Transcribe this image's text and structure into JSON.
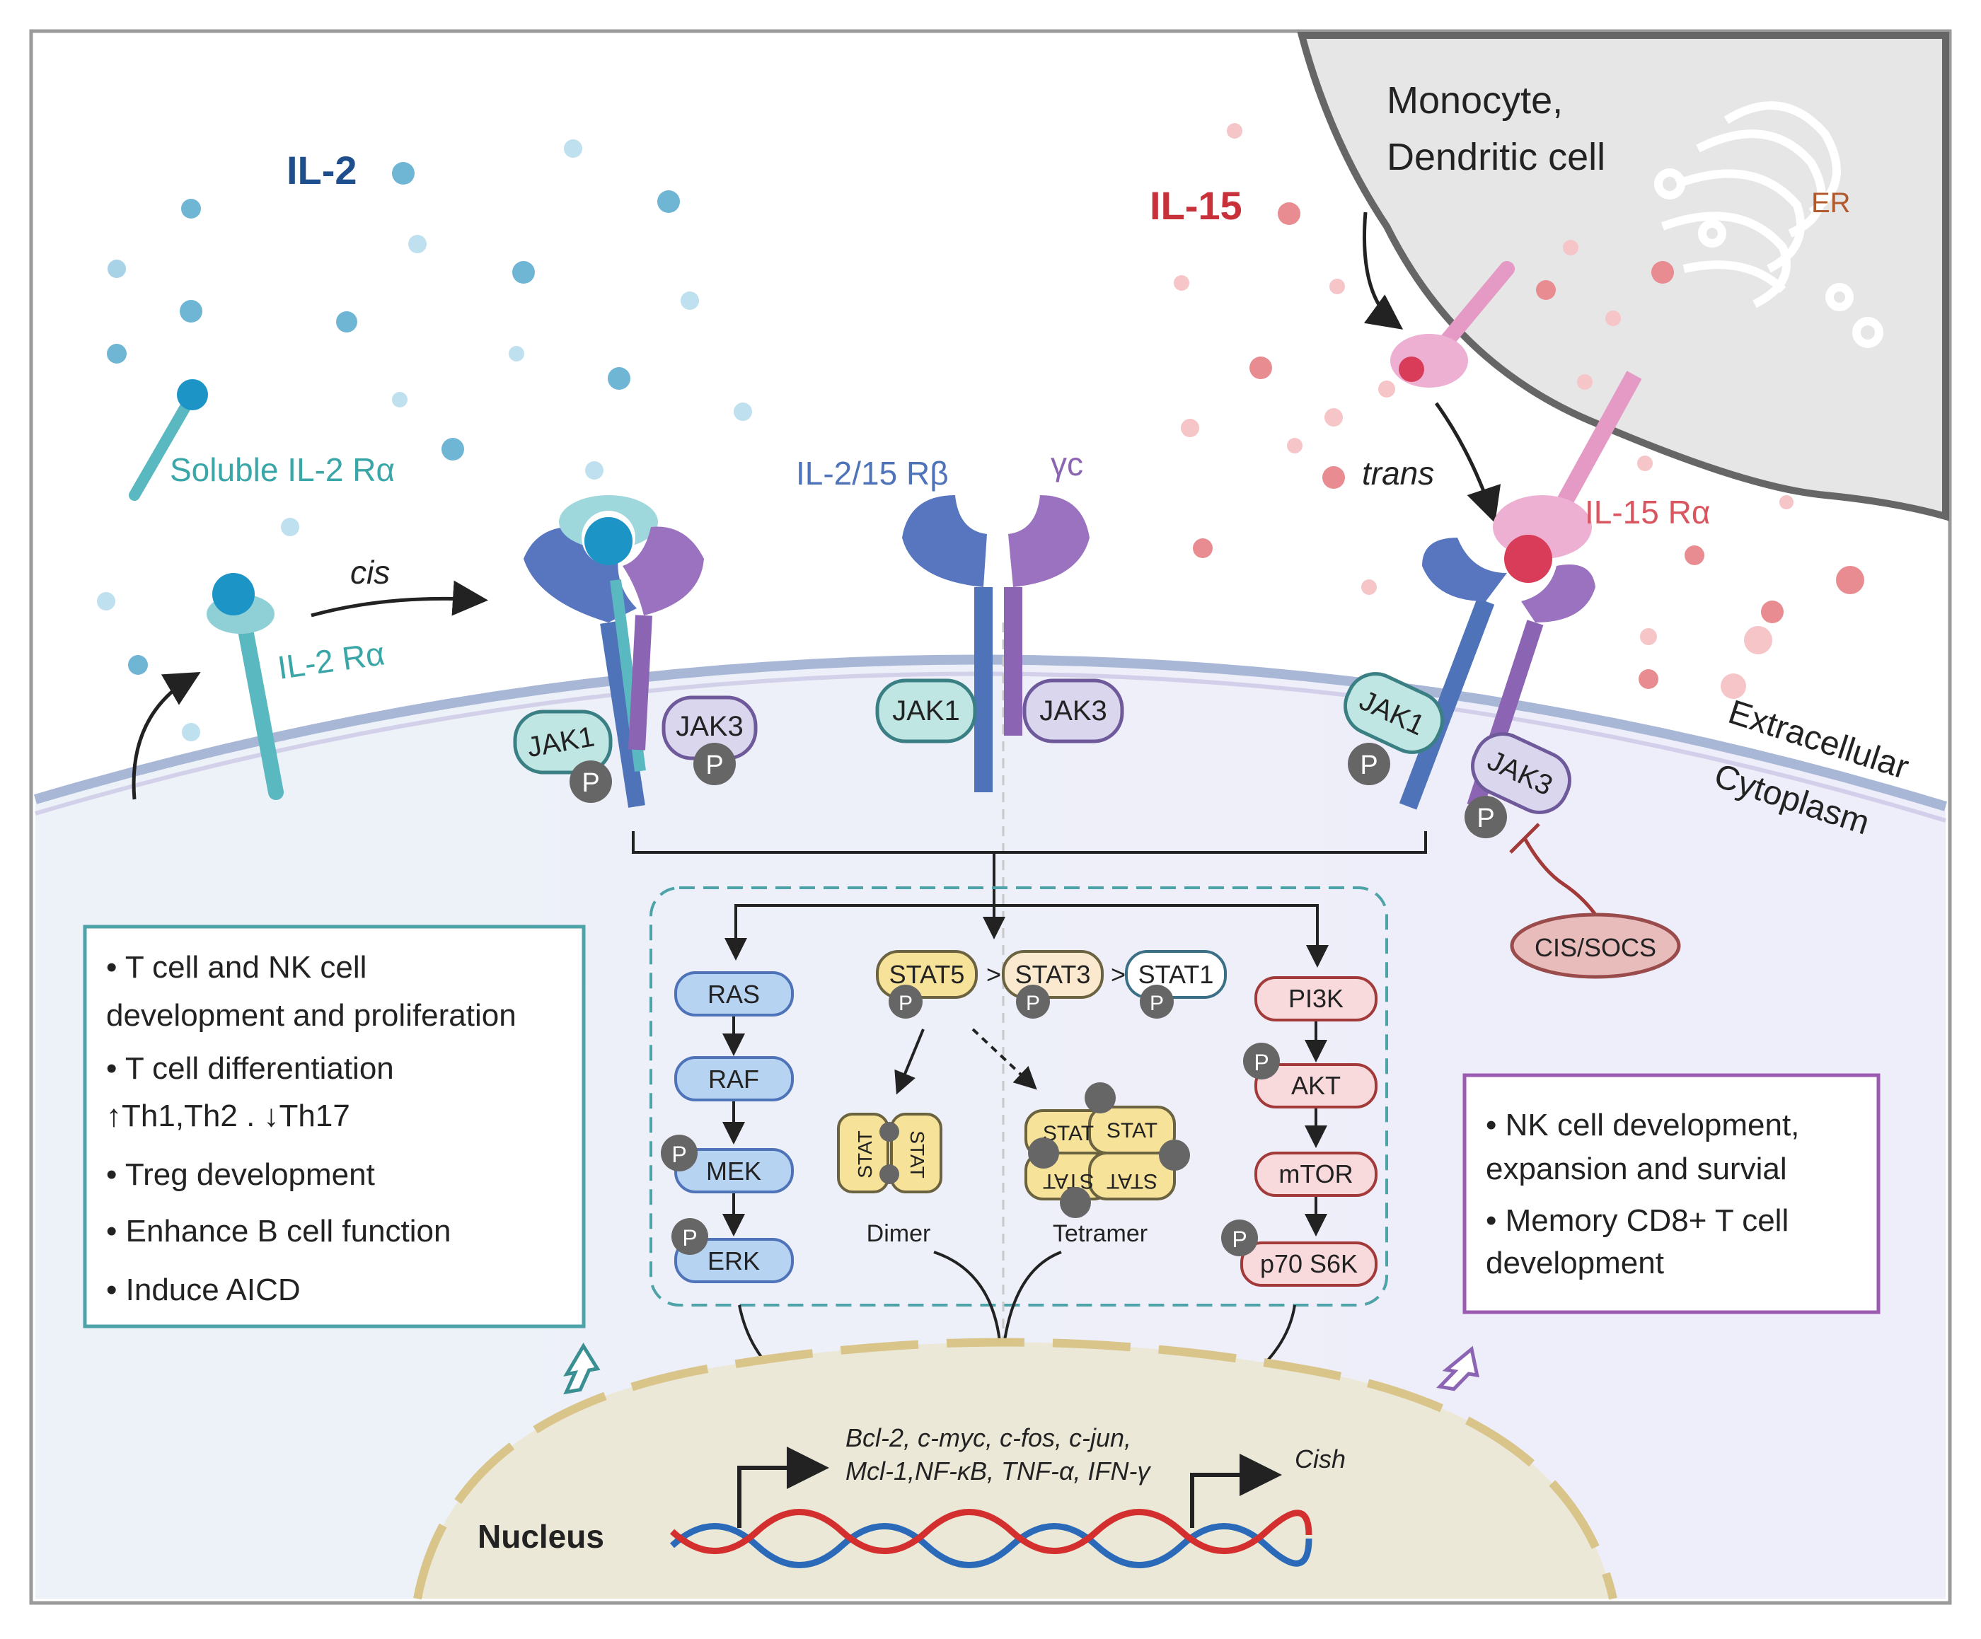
{
  "il2": {
    "title": "IL-2",
    "soluble_receptor": "Soluble IL-2 Rα",
    "receptor_alpha": "IL-2 Rα",
    "cis": "cis"
  },
  "il15": {
    "title": "IL-15",
    "presenting_cell": [
      "Monocyte,",
      "Dendritic cell"
    ],
    "er": "ER",
    "trans": "trans",
    "receptor_alpha": "IL-15 Rα"
  },
  "receptors": {
    "beta": "IL-2/15 Rβ",
    "gamma": "γc",
    "jak1": "JAK1",
    "jak3": "JAK3",
    "phospho": "P"
  },
  "membrane": {
    "extracellular": "Extracellular",
    "cytoplasm": "Cytoplasm"
  },
  "inhibitor": "CIS/SOCS",
  "pathways": {
    "mapk": [
      "RAS",
      "RAF",
      "MEK",
      "ERK"
    ],
    "stat": [
      "STAT5",
      "STAT3",
      "STAT1"
    ],
    "stat_gt": ">",
    "stat_unit": "STAT",
    "dimer": "Dimer",
    "tetramer": "Tetramer",
    "pi3k": [
      "PI3K",
      "AKT",
      "mTOR",
      "p70 S6K"
    ]
  },
  "il2_functions": [
    [
      "• T cell  and NK cell",
      "development and proliferation"
    ],
    [
      "• T cell differentiation",
      "  ↑Th1,Th2 . ↓Th17"
    ],
    [
      "• Treg development"
    ],
    [
      "• Enhance B cell function"
    ],
    [
      "• Induce AICD"
    ]
  ],
  "il15_functions": [
    [
      "• NK cell  development,",
      "expansion and survial"
    ],
    [
      "• Memory CD8+  T cell",
      "development"
    ]
  ],
  "nucleus": {
    "label": "Nucleus",
    "genes_line1": "Bcl-2, c-myc, c-fos, c-jun,",
    "genes_line2": "Mcl-1,NF-κB, TNF-α, IFN-γ",
    "cish": "Cish"
  },
  "colors": {
    "il2_dark": "#1f4e8c",
    "il2_teal": "#3aa6a8",
    "il15_red": "#c8303a",
    "beta_blue": "#4f73b8",
    "gamma_purple": "#8c64b4",
    "jak1_fill": "#bfe6e2",
    "jak3_fill": "#d9d6ee",
    "cyto_left": "#eef3f9",
    "cyto_right": "#efeefb",
    "mapk_fill": "#b7d3f2",
    "stat_fill": "#f7e29a",
    "pi3k_fill": "#f8d9dc",
    "nucleus_fill": "#ece8d8"
  }
}
